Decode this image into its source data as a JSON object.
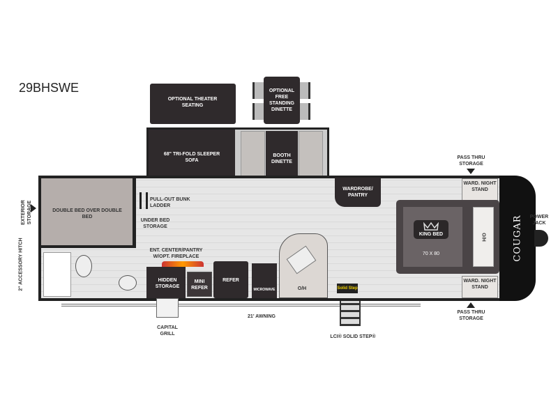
{
  "model": "29BHSWE",
  "labels": {
    "theater": "OPTIONAL THEATER SEATING",
    "free_dinette": "OPTIONAL FREE STANDING DINETTE",
    "sofa": "68\" TRI-FOLD SLEEPER SOFA",
    "booth": "BOOTH DINETTE",
    "wardrobe_pantry": "WARDROBE/ PANTRY",
    "pass_thru_top": "PASS THRU STORAGE",
    "pass_thru_bottom": "PASS THRU STORAGE",
    "ward_top": "WARD. NIGHT STAND",
    "ward_bottom": "WARD. NIGHT STAND",
    "king_bed": "KING BED",
    "king_size": "70 x 80",
    "oh_bed": "O/H",
    "brand": "COUGAR",
    "power_jack": "POWER JACK",
    "exterior_storage": "EXTERIOR STORAGE",
    "hitch": "2\" ACCESSORY HITCH",
    "bunk": "DOUBLE BED OVER DOUBLE BED",
    "ladder": "PULL-OUT BUNK LADDER",
    "under_bed": "UNDER BED STORAGE",
    "ent_center": "ENT. CENTER/PANTRY w/OPT. FIREPLACE",
    "hidden": "HIDDEN STORAGE",
    "mini_refer": "MINI REFER",
    "refer": "REFER",
    "microwave": "MICROWAVE",
    "oh_kitchen": "O/H",
    "solid_step_badge": "Solid Step",
    "awning": "21' AWNING",
    "grill": "CAPITAL GRILL",
    "solid_step": "LCI® SOLID STEP®"
  }
}
